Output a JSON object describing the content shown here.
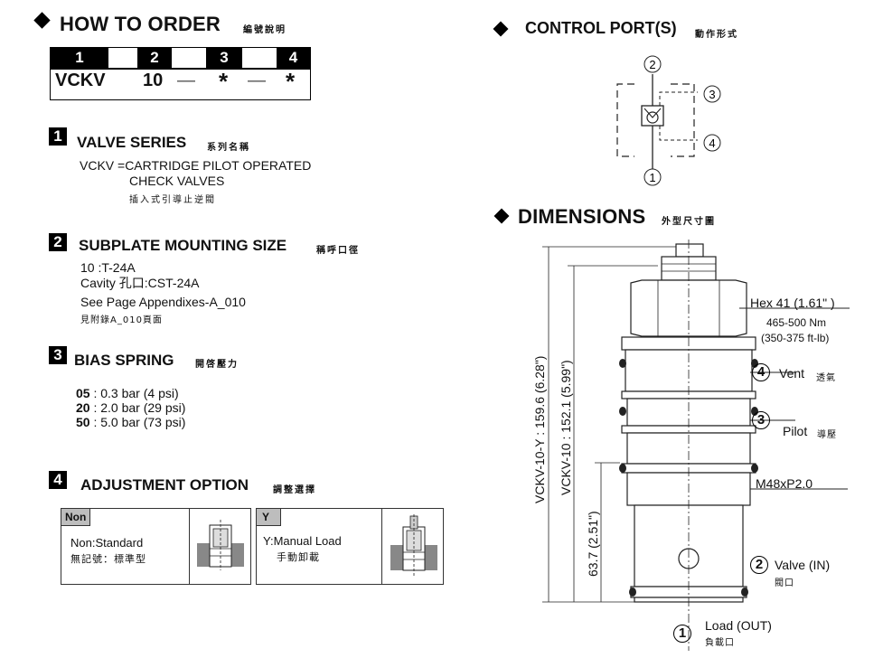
{
  "order": {
    "title": "HOW TO  ORDER",
    "title_cn": "編號說明",
    "headers": [
      "1",
      "2",
      "3",
      "4"
    ],
    "values": [
      "VCKV",
      "10",
      "—",
      "*",
      "—",
      "*"
    ]
  },
  "sections": [
    {
      "num": "1",
      "title": "VALVE SERIES",
      "title_cn": "系列名稱",
      "lines": [
        "VCKV =CARTRIDGE PILOT OPERATED",
        "CHECK VALVES",
        "插入式引導止逆閥"
      ]
    },
    {
      "num": "2",
      "title": "SUBPLATE MOUNTING SIZE",
      "title_cn": "稱呼口徑",
      "lines": [
        "10 :T-24A",
        "Cavity 孔口:CST-24A",
        "See Page Appendixes-A_010",
        "見附錄A_010頁面"
      ]
    },
    {
      "num": "3",
      "title": "BIAS SPRING",
      "title_cn": "開啓壓力",
      "items": [
        {
          "code": "05",
          "sep": " : ",
          "text": "0.3 bar (4 psi)"
        },
        {
          "code": "20",
          "sep": " : ",
          "text": "2.0 bar (29 psi)"
        },
        {
          "code": "50",
          "sep": " : ",
          "text": "5.0 bar (73 psi)"
        }
      ]
    },
    {
      "num": "4",
      "title": "ADJUSTMENT OPTION",
      "title_cn": "調整選擇",
      "options": [
        {
          "tag": "Non",
          "line1": "Non:Standard",
          "line2": "無記號：標準型"
        },
        {
          "tag": "Y",
          "line1": "Y:Manual Load",
          "line2": "手動卸載"
        }
      ]
    }
  ],
  "control": {
    "title": "CONTROL PORT(S)",
    "title_cn": "動作形式",
    "ports": [
      "2",
      "3",
      "4",
      "1"
    ]
  },
  "dimensions": {
    "title": "DIMENSIONS",
    "title_cn": "外型尺寸圖",
    "dim_total": "VCKV-10-Y : 159.6 (6.28\")",
    "dim_body": "VCKV-10 : 152.1 (5.99\")",
    "dim_lower": "63.7 (2.51\")",
    "hex": "Hex 41 (1.61\" )",
    "torque1": "465-500 Nm",
    "torque2": "(350-375 ft-lb)",
    "vent_num": "4",
    "vent": "Vent",
    "vent_cn": "透氣",
    "pilot_num": "3",
    "pilot": "Pilot",
    "pilot_cn": "導壓",
    "thread": "M48xP2.0",
    "valve_num": "2",
    "valve": "Valve (IN)",
    "valve_cn": "閥口",
    "load_num": "1",
    "load": "Load (OUT)",
    "load_cn": "負載口"
  }
}
